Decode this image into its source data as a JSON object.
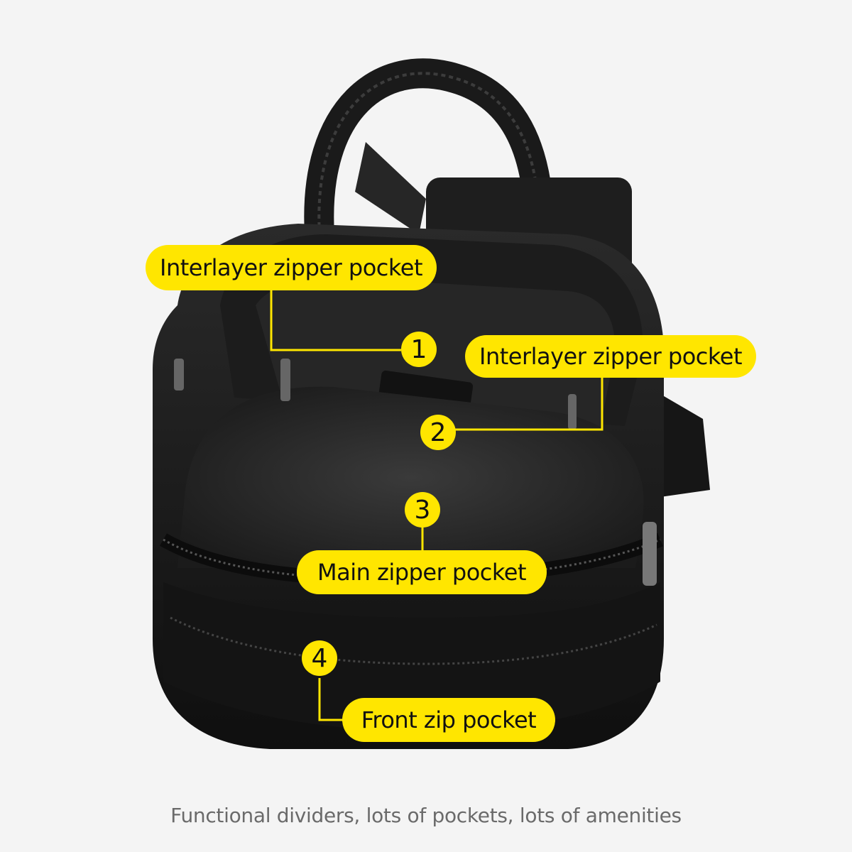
{
  "colors": {
    "accent": "#ffe600",
    "background": "#f4f4f4",
    "bag": "#1a1a1a",
    "caption": "#6a6a6a"
  },
  "labels": {
    "interlayer_1": "Interlayer zipper pocket",
    "interlayer_2": "Interlayer zipper pocket",
    "main": "Main zipper pocket",
    "front": "Front zip pocket"
  },
  "badges": {
    "b1": "1",
    "b2": "2",
    "b3": "3",
    "b4": "4"
  },
  "caption": "Functional dividers, lots of pockets, lots of amenities",
  "subject": "black leather backpack, open, top view"
}
